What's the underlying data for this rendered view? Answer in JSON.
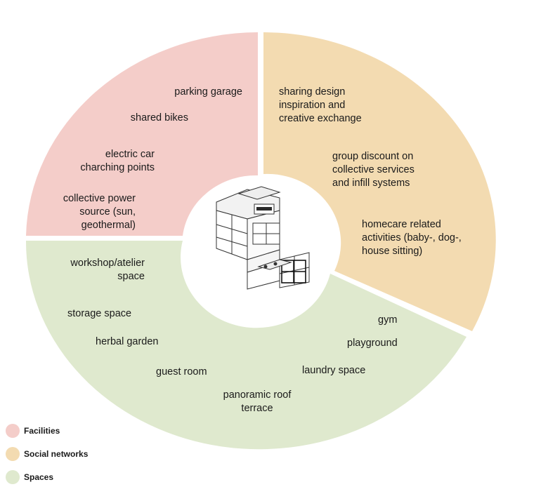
{
  "colors": {
    "facilities": "#f4cdc9",
    "social": "#f3dbb1",
    "spaces": "#dfe9ce"
  },
  "segments": {
    "facilities": {
      "labels": [
        [
          "parking garage"
        ],
        [
          "shared bikes"
        ],
        [
          "electric car",
          "charching points"
        ],
        [
          "collective power",
          "source (sun,",
          "geothermal)"
        ]
      ]
    },
    "social": {
      "labels": [
        [
          "sharing design",
          "inspiration and",
          "creative exchange"
        ],
        [
          "group discount on",
          "collective services",
          "and infill systems"
        ],
        [
          "homecare related",
          "activities (baby-, dog-,",
          "house sitting)"
        ]
      ]
    },
    "spaces": {
      "labels": [
        [
          "workshop/atelier",
          "space"
        ],
        [
          "storage space"
        ],
        [
          "herbal garden"
        ],
        [
          "guest room"
        ],
        [
          "panoramic roof",
          "terrace"
        ],
        [
          "laundry space"
        ],
        [
          "playground"
        ],
        [
          "gym"
        ]
      ]
    }
  },
  "center_icon": "stacked-building-blocks-isometric",
  "legend": [
    {
      "label": "Facilities",
      "color": "#f4cdc9"
    },
    {
      "label": "Social networks",
      "color": "#f3dbb1"
    },
    {
      "label": "Spaces",
      "color": "#dfe9ce"
    }
  ]
}
